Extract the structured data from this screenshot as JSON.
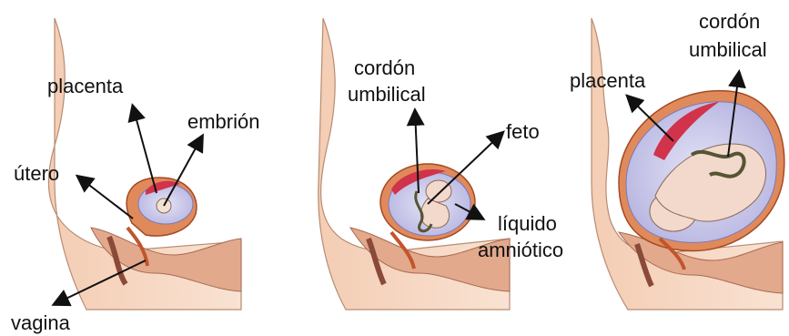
{
  "panels": [
    {
      "id": "early",
      "labels": {
        "placenta": "placenta",
        "embryo": "embrión",
        "uterus": "útero",
        "vagina": "vagina"
      }
    },
    {
      "id": "middle",
      "labels": {
        "cord_line1": "cordón",
        "cord_line2": "umbilical",
        "fetus": "feto",
        "fluid_line1": "líquido",
        "fluid_line2": "amniótico"
      }
    },
    {
      "id": "late",
      "labels": {
        "cord_line1": "cordón",
        "cord_line2": "umbilical",
        "placenta": "placenta"
      }
    }
  ],
  "colors": {
    "skin": "#f6d6c0",
    "skin_shadow": "#e8b79a",
    "outline": "#5a3a2a",
    "placenta": "#d0334a",
    "amniotic_sac": "#b9b7e6",
    "fetus": "#f3d8cc",
    "cord": "#555533",
    "arrow": "#111111"
  }
}
